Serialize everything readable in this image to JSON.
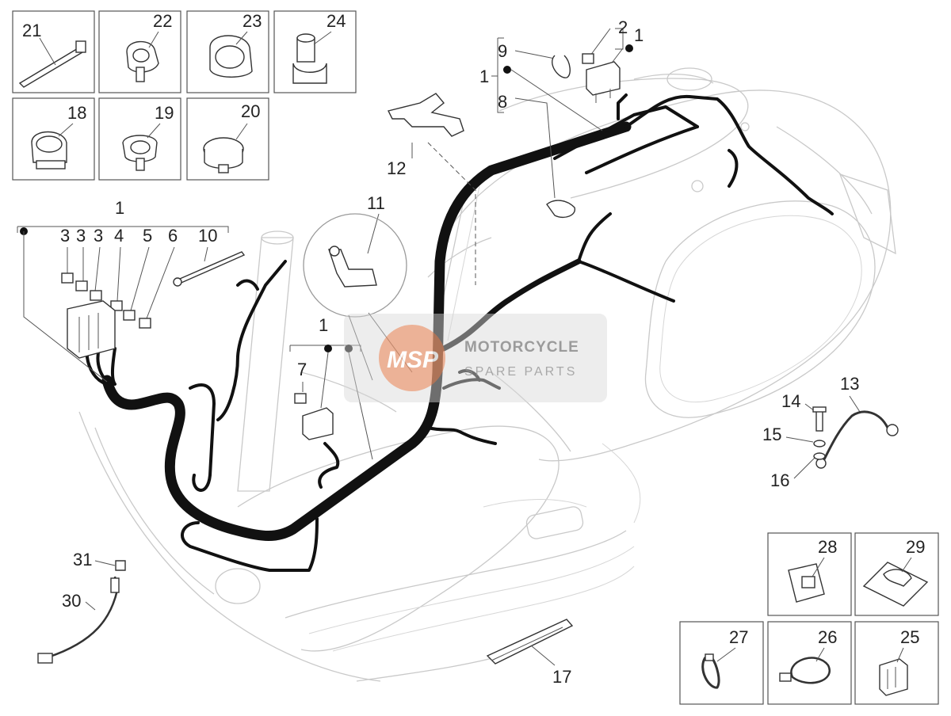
{
  "watermark": {
    "logo_text": "MSP",
    "title": "MOTORCYCLE",
    "subtitle": "SPARE PARTS",
    "logo_color": "#e8875a"
  },
  "labels": {
    "l1a": "1",
    "l1b": "1",
    "l1c": "1",
    "l1d": "1",
    "l2": "2",
    "l3a": "3",
    "l3b": "3",
    "l3c": "3",
    "l4": "4",
    "l5": "5",
    "l6": "6",
    "l7": "7",
    "l8": "8",
    "l9": "9",
    "l10": "10",
    "l11": "11",
    "l12": "12",
    "l13": "13",
    "l14": "14",
    "l15": "15",
    "l16": "16",
    "l17": "17",
    "l18": "18",
    "l19": "19",
    "l20": "20",
    "l21": "21",
    "l22": "22",
    "l23": "23",
    "l24": "24",
    "l25": "25",
    "l26": "26",
    "l27": "27",
    "l28": "28",
    "l29": "29",
    "l30": "30",
    "l31": "31"
  }
}
